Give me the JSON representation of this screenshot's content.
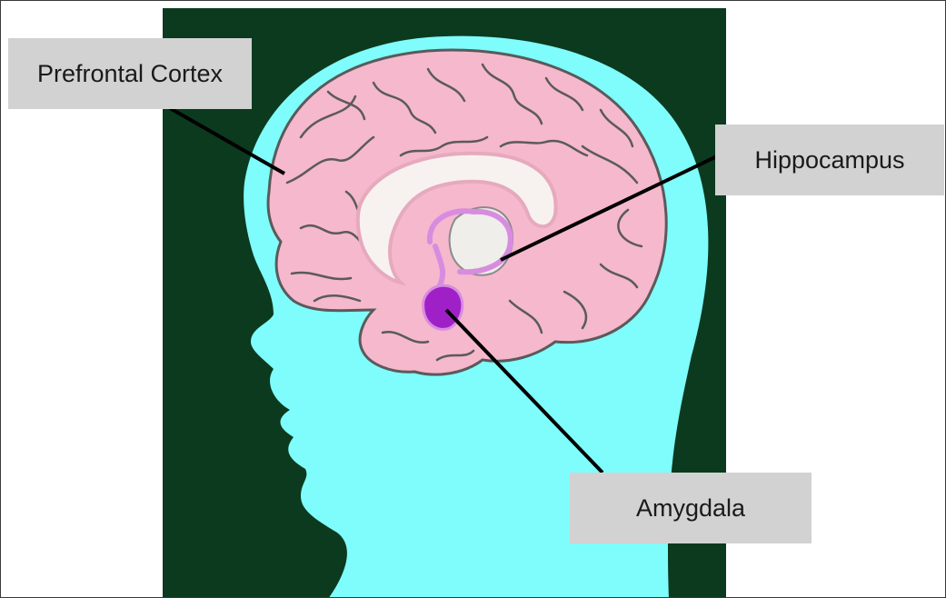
{
  "colors": {
    "background": "#ffffff",
    "dark_panel": "#0b3a1e",
    "head": "#7ffcfc",
    "brain": "#f5b8cc",
    "brain_outline": "#4a4a4a",
    "corpus": "#f7f2f0",
    "limbic": "#d88ce0",
    "amygdala": "#a020c8",
    "label_box": "#d2d2d2",
    "leader_line": "#000000"
  },
  "labels": {
    "prefrontal_cortex": "Prefrontal Cortex",
    "hippocampus": "Hippocampus",
    "amygdala": "Amygdala"
  }
}
